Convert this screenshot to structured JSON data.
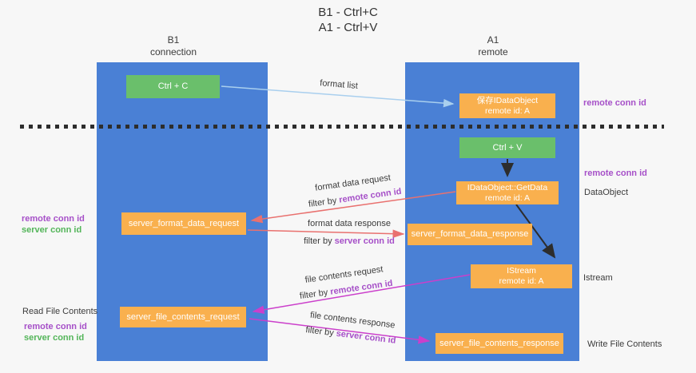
{
  "title": {
    "line1": "B1 - Ctrl+C",
    "line2": "A1 - Ctrl+V"
  },
  "lanes": {
    "left": {
      "name": "B1",
      "subtitle": "connection"
    },
    "right": {
      "name": "A1",
      "subtitle": "remote"
    }
  },
  "nodes": {
    "ctrl_c": {
      "label": "Ctrl + C"
    },
    "ctrl_v": {
      "label": "Ctrl + V"
    },
    "save_idataobject": {
      "line1": "保存IDataObject",
      "line2": "remote id: A"
    },
    "idataobject_getdata": {
      "line1": "IDataObject::GetData",
      "line2": "remote id: A"
    },
    "istream": {
      "line1": "IStream",
      "line2": "remote id: A"
    },
    "server_format_data_request": {
      "label": "server_format_data_request"
    },
    "server_format_data_response": {
      "label": "server_format_data_response"
    },
    "server_file_contents_request": {
      "label": "server_file_contents_request"
    },
    "server_file_contents_response": {
      "label": "server_file_contents_response"
    }
  },
  "arrow_labels": {
    "format_list": {
      "text": "format list"
    },
    "format_data_request": {
      "text": "format data request",
      "filter_prefix": "filter by",
      "filter_key": "remote conn id"
    },
    "format_data_response": {
      "text": "format data response",
      "filter_prefix": "filter by",
      "filter_key": "server conn id"
    },
    "file_contents_request": {
      "text": "file contents request",
      "filter_prefix": "filter by",
      "filter_key": "remote conn id"
    },
    "file_contents_response": {
      "text": "file contents response",
      "filter_prefix": "filter by",
      "filter_key": "server conn id"
    }
  },
  "side_labels": {
    "right_remote_conn_id_top": "remote conn id",
    "right_remote_conn_id_mid": "remote conn id",
    "right_dataobject": "DataObject",
    "right_istream": "Istream",
    "right_write_file_contents": "Write File Contents",
    "left_remote_conn_id_top": "remote conn id",
    "left_server_conn_id_top": "server conn id",
    "left_read_file_contents": "Read File Contents",
    "left_remote_conn_id_bottom": "remote conn id",
    "left_server_conn_id_bottom": "server conn id"
  },
  "colors": {
    "background": "#f7f7f7",
    "lane_blue": "#4a80d5",
    "node_green": "#6abf6b",
    "node_orange": "#f9b04e",
    "arrow_red": "#e9716f",
    "arrow_magenta": "#cb3fcb",
    "arrow_light_blue": "#a9cfee",
    "arrow_black": "#2d2d2d",
    "label_purple": "#a650c8",
    "label_green": "#53b559",
    "text_dark": "#3b3b3b"
  }
}
